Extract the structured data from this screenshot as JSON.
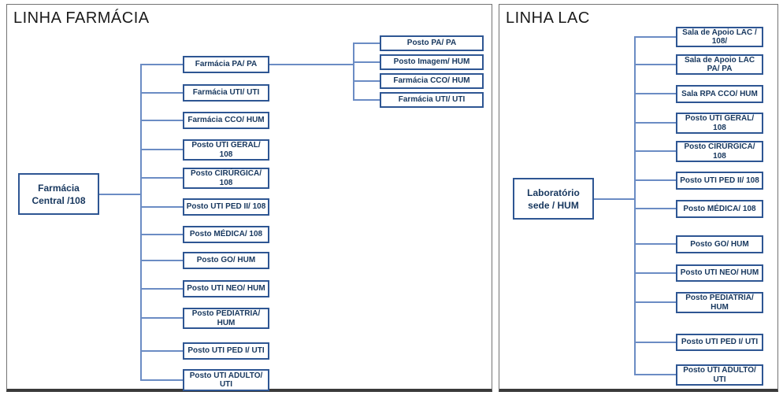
{
  "farmacia": {
    "title": "LINHA FARMÁCIA",
    "root": "Farmácia\nCentral /108",
    "children": [
      "Farmácia PA/ PA",
      "Farmácia UTI/ UTI",
      "Farmácia CCO/ HUM",
      "Posto UTI GERAL/\n108",
      "Posto CIRÚRGICA/\n108",
      "Posto UTI PED II/ 108",
      "Posto MÉDICA/ 108",
      "Posto GO/ HUM",
      "Posto UTI NEO/ HUM",
      "Posto PEDIATRIA/\nHUM",
      "Posto UTI PED I/ UTI",
      "Posto UTI ADULTO/\nUTI"
    ],
    "pa_children": [
      "Posto PA/ PA",
      "Posto Imagem/ HUM",
      "Farmácia CCO/ HUM",
      "Farmácia UTI/ UTI"
    ]
  },
  "lac": {
    "title": "LINHA LAC",
    "root": "Laboratório\nsede / HUM",
    "children": [
      "Sala de Apoio LAC /\n108/",
      "Sala de Apoio LAC\nPA/ PA",
      "Sala RPA CCO/ HUM",
      "Posto UTI GERAL/\n108",
      "Posto CIRÚRGICA/\n108",
      "Posto UTI PED II/ 108",
      "Posto MÉDICA/ 108",
      "Posto GO/ HUM",
      "Posto UTI NEO/ HUM",
      "Posto PEDIATRIA/\nHUM",
      "Posto UTI PED I/ UTI",
      "Posto UTI ADULTO/\nUTI"
    ]
  },
  "colors": {
    "box_border": "#2e5693",
    "box_text": "#17375e",
    "connector": "#6b8cc4",
    "panel_border": "#737373",
    "panel_shadow": "#3a3a3a",
    "title_text": "#1a1a1a"
  }
}
